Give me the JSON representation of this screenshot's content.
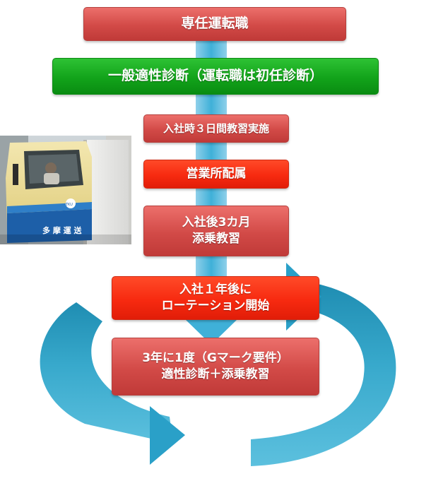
{
  "steps": {
    "s1": {
      "lines": [
        "専任運転職"
      ]
    },
    "s2": {
      "lines": [
        "一般適性診断（運転職は初任診断）"
      ]
    },
    "s3": {
      "lines": [
        "入社時３日間教習実施"
      ]
    },
    "s4": {
      "lines": [
        "営業所配属"
      ]
    },
    "s5": {
      "lines": [
        "入社後3カ月",
        "添乗教習"
      ]
    },
    "s6": {
      "lines": [
        "入社１年後に",
        "ローテーション開始"
      ]
    },
    "s7": {
      "lines": [
        "3年に1度（Gマーク要件）",
        "適性診断＋添乗教習"
      ]
    }
  },
  "photo": {
    "truck_lettering": "多 摩 運 送",
    "logo": "TKU"
  },
  "colors": {
    "red_box": "#d24a47",
    "bright_red_box": "#f72a10",
    "green_box": "#12a31a",
    "arrow_blue": "#38a9cc",
    "arrow_blue_dark": "#1f8db2"
  }
}
